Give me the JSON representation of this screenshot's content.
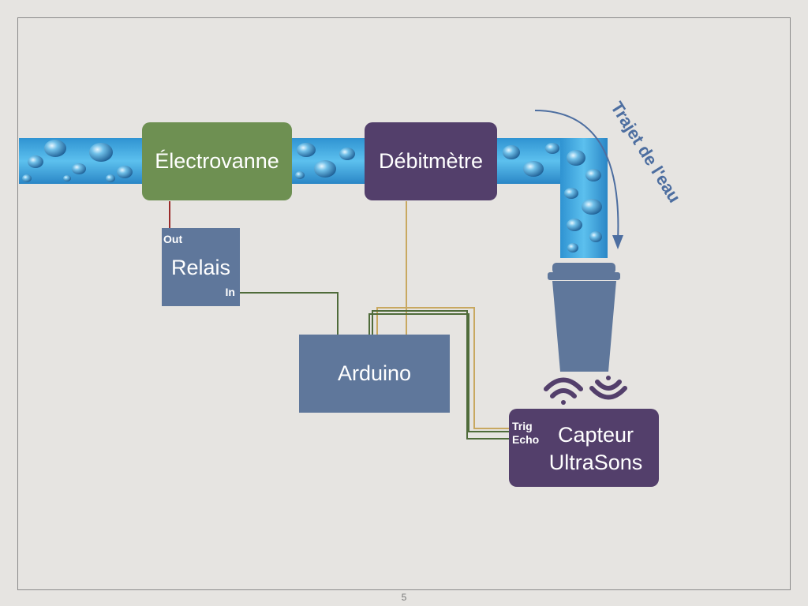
{
  "slide": {
    "number": "5"
  },
  "components": {
    "electrovanne": "Électrovanne",
    "debitmetre": "Débitmètre",
    "relais": "Relais",
    "arduino": "Arduino",
    "capteur_line1": "Capteur",
    "capteur_line2": "UltraSons"
  },
  "pins": {
    "relais_out": "Out",
    "relais_in": "In",
    "capteur_trig": "Trig",
    "capteur_echo": "Echo"
  },
  "annotations": {
    "trajet": "Trajet de l'eau"
  },
  "colors": {
    "background": "#e6e4e1",
    "electrovanne": "#6e9052",
    "device_purple": "#533f6b",
    "device_slate": "#5f779b",
    "pipe_water": "#3aa0d8",
    "wire_red": "#9b2a2a",
    "wire_green": "#4f6b3a",
    "wire_gold": "#c8a860",
    "arrow": "#4d6ea0"
  }
}
